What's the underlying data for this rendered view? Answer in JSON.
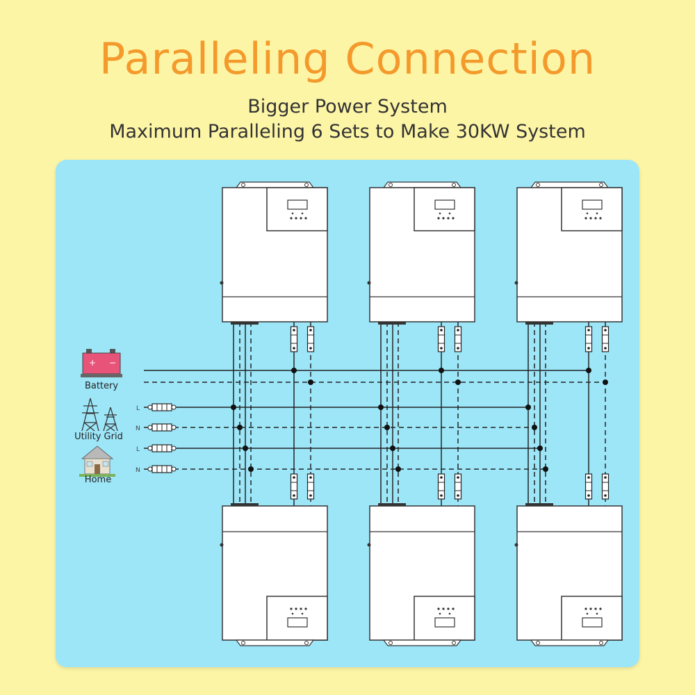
{
  "header": {
    "title": "Paralleling Connection",
    "subtitle_line1": "Bigger Power System",
    "subtitle_line2": "Maximum Paralleling 6 Sets to Make 30KW System"
  },
  "sources": {
    "battery": "Battery",
    "utility_grid": "Utility Grid",
    "home": "Home"
  },
  "bus_labels": {
    "grid_l": "L",
    "grid_n": "N",
    "home_l": "L",
    "home_n": "N"
  },
  "colors": {
    "background": "#fdf5a6",
    "panel": "#9de6f8",
    "title": "#f49a2c",
    "battery": "#e8537a"
  },
  "inverter_count": 6
}
